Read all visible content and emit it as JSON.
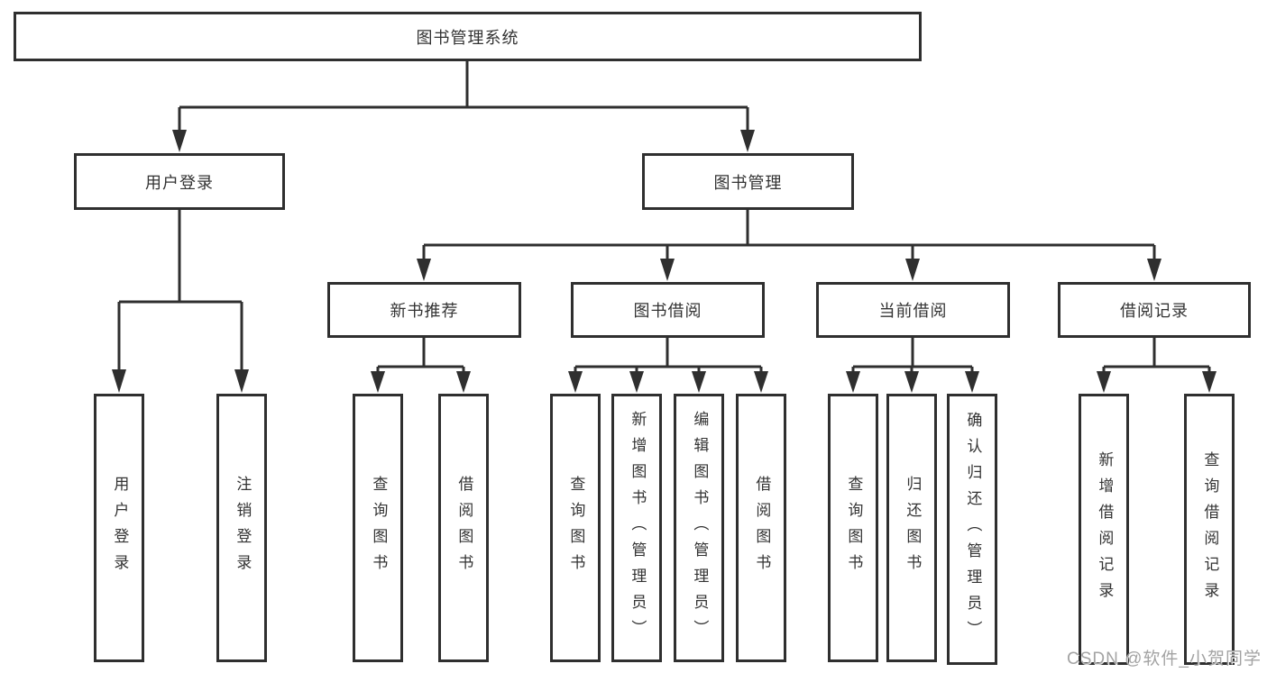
{
  "diagram": {
    "root": {
      "label": "图书管理系统"
    },
    "branches": [
      {
        "label": "用户登录",
        "children": [
          {
            "label": "用户登录"
          },
          {
            "label": "注销登录"
          }
        ]
      },
      {
        "label": "图书管理",
        "children": [
          {
            "label": "新书推荐",
            "children": [
              {
                "label": "查询图书"
              },
              {
                "label": "借阅图书"
              }
            ]
          },
          {
            "label": "图书借阅",
            "children": [
              {
                "label": "查询图书"
              },
              {
                "label": "新增图书（管理员）"
              },
              {
                "label": "编辑图书（管理员）"
              },
              {
                "label": "借阅图书"
              }
            ]
          },
          {
            "label": "当前借阅",
            "children": [
              {
                "label": "查询图书"
              },
              {
                "label": "归还图书"
              },
              {
                "label": "确认归还（管理员）"
              }
            ]
          },
          {
            "label": "借阅记录",
            "children": [
              {
                "label": "新增借阅记录"
              },
              {
                "label": "查询借阅记录"
              }
            ]
          }
        ]
      }
    ]
  },
  "watermark": "CSDN @软件_小贺同学",
  "colors": {
    "line": "#2f2f2f",
    "text": "#333333",
    "box_fill": "#ffffff",
    "watermark": "#a3a3a3"
  }
}
